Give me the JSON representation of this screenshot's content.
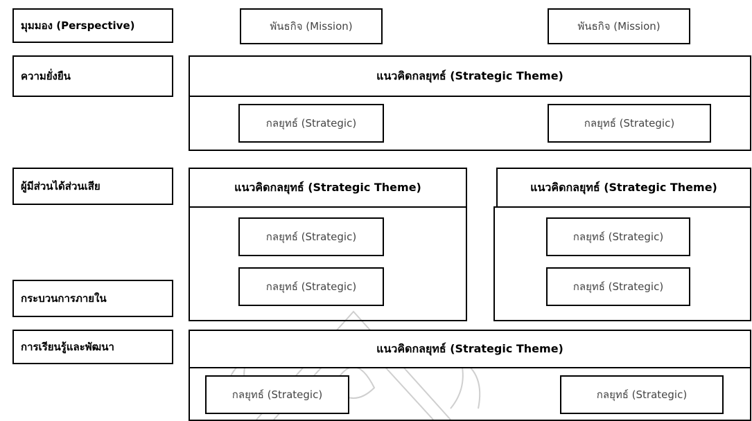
{
  "perspectives": [
    "มุมมอง (Perspective)",
    "ความยั่งยืน",
    "ผู้มีส่วนได้ส่วนเสีย",
    "กระบวนการภายใน",
    "การเรียนรู้และพัฒนา"
  ],
  "missions": [
    "พันธกิจ (Mission)",
    "พันธกิจ (Mission)"
  ],
  "themes": [
    "แนวคิดกลยุทธ์ (Strategic Theme)",
    "แนวคิดกลยุทธ์ (Strategic Theme)",
    "แนวคิดกลยุทธ์ (Strategic Theme)",
    "แนวคิดกลยุทธ์ (Strategic Theme)"
  ],
  "strategies": [
    "กลยุทธ์ (Strategic)",
    "กลยุทธ์ (Strategic)",
    "กลยุทธ์ (Strategic)",
    "กลยุทธ์ (Strategic)",
    "กลยุทธ์ (Strategic)",
    "กลยุทธ์ (Strategic)",
    "กลยุทธ์ (Strategic)",
    "กลยุทธ์ (Strategic)"
  ]
}
